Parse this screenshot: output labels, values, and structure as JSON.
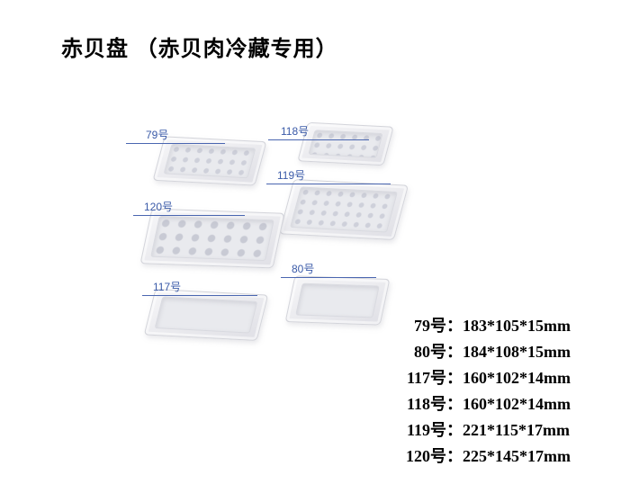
{
  "page": {
    "title": "赤贝盘 （赤贝肉冷藏专用）",
    "background": "#ffffff"
  },
  "colors": {
    "title_text": "#000000",
    "callout_blue": "#3a5aa8",
    "spec_text": "#000000",
    "tray_plastic": "#eaeaee"
  },
  "callouts": [
    {
      "id": "79",
      "text": "79号"
    },
    {
      "id": "118",
      "text": "118号"
    },
    {
      "id": "119",
      "text": "119号"
    },
    {
      "id": "120",
      "text": "120号"
    },
    {
      "id": "80",
      "text": "80号"
    },
    {
      "id": "117",
      "text": "117号"
    }
  ],
  "specs": [
    {
      "label": "79号：",
      "value": "183*105*15mm"
    },
    {
      "label": "80号：",
      "value": "184*108*15mm"
    },
    {
      "label": "117号：",
      "value": "160*102*14mm"
    },
    {
      "label": "118号：",
      "value": "160*102*14mm"
    },
    {
      "label": "119号：",
      "value": "221*115*17mm"
    },
    {
      "label": "120号：",
      "value": "225*145*17mm"
    }
  ]
}
